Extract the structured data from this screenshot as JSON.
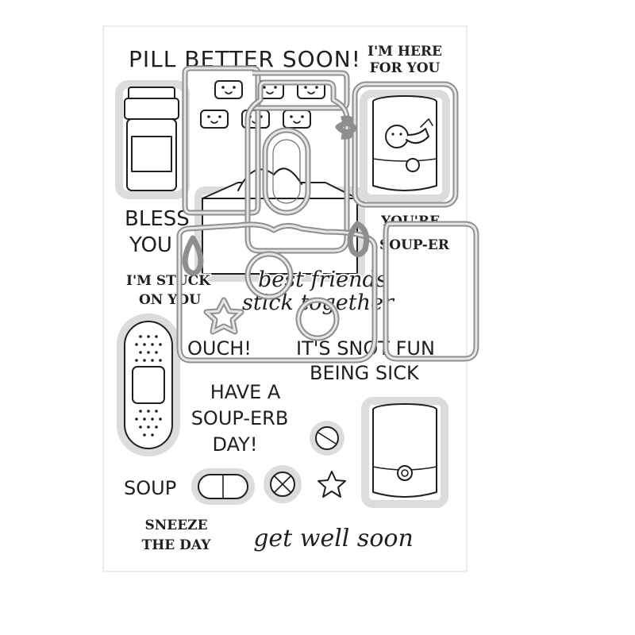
{
  "sentiments": {
    "pill_better_soon": "PILL BETTER SOON!",
    "here_line1": "I'M HERE",
    "here_line2": "FOR YOU",
    "bless_line1": "BLESS",
    "bless_line2": "YOU",
    "soup_er_line1": "YOU'RE",
    "soup_er_line2": "SOUP-ER",
    "stuck_line1": "I'M STUCK",
    "stuck_line2": "ON YOU",
    "best_friends_line1": "best friends",
    "best_friends_line2": "stick together",
    "ouch": "OUCH!",
    "snot_line1": "IT'S SNOT FUN",
    "snot_line2": "BEING SICK",
    "have_line1": "HAVE A",
    "have_line2": "SOUP-ERB",
    "have_line3": "DAY!",
    "soup": "SOUP",
    "sneeze_line1": "SNEEZE",
    "sneeze_line2": "THE DAY",
    "get_well": "get well soon"
  }
}
